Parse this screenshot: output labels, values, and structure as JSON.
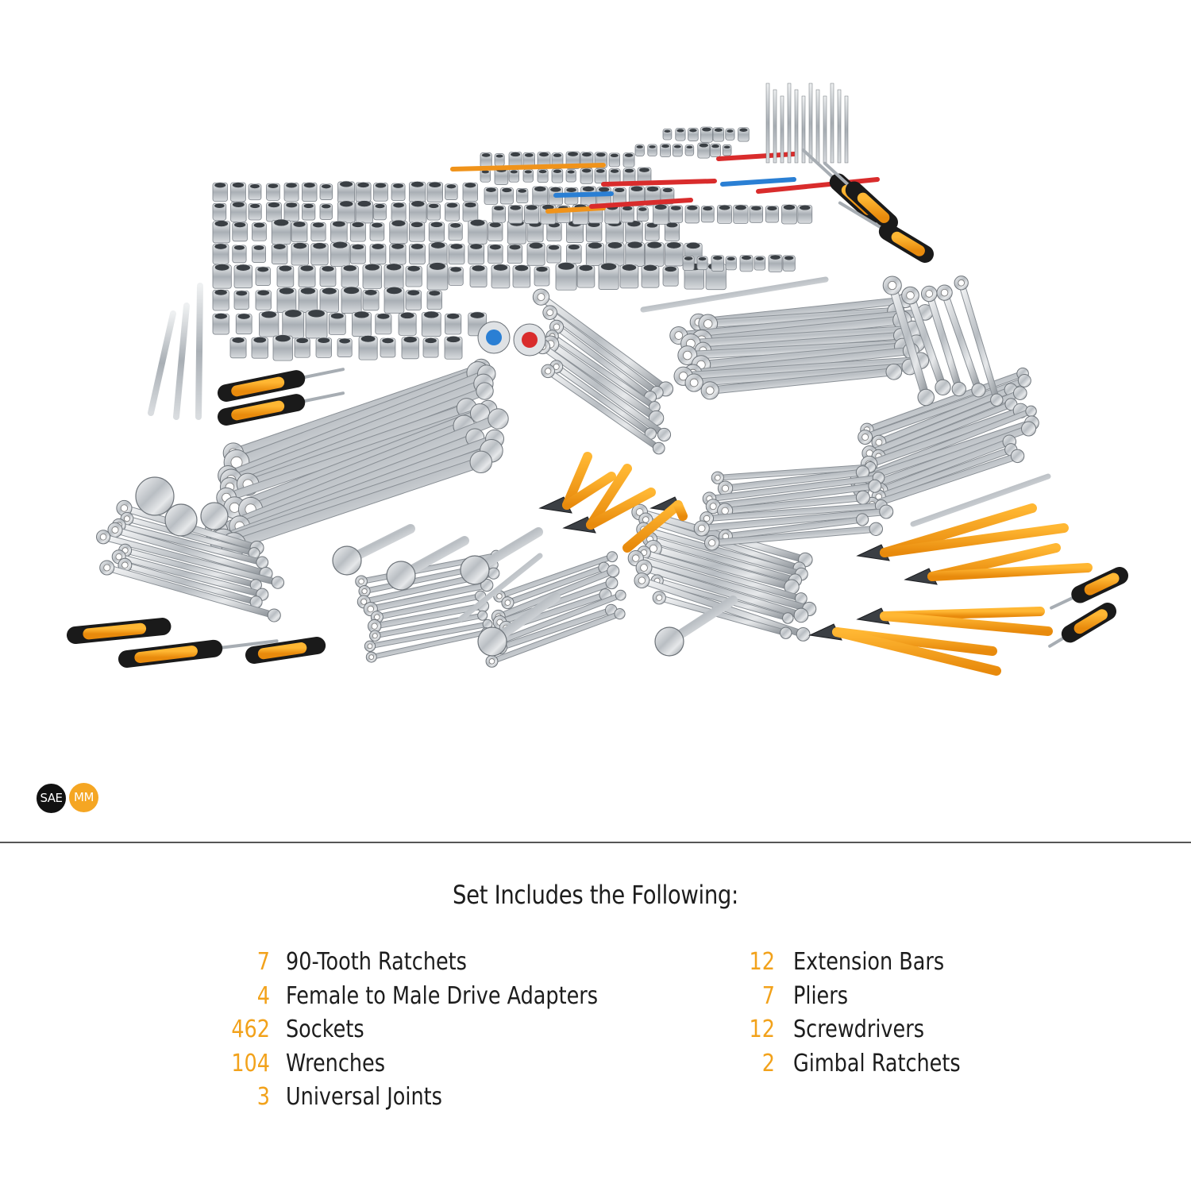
{
  "colors": {
    "accent": "#f2a21b",
    "text": "#1d1d1d",
    "chrome": "#c9cdd1",
    "handle_black": "#1a1a1a"
  },
  "badges": {
    "sae": "SAE",
    "mm": "MM"
  },
  "set": {
    "title": "Set Includes the Following:",
    "left_items": [
      {
        "qty": "7",
        "name": "90-Tooth Ratchets"
      },
      {
        "qty": "4",
        "name": "Female to Male Drive Adapters"
      },
      {
        "qty": "462",
        "name": "Sockets"
      },
      {
        "qty": "104",
        "name": "Wrenches"
      },
      {
        "qty": "3",
        "name": "Universal Joints"
      }
    ],
    "right_items": [
      {
        "qty": "12",
        "name": "Extension Bars"
      },
      {
        "qty": "7",
        "name": "Pliers"
      },
      {
        "qty": "12",
        "name": "Screwdrivers"
      },
      {
        "qty": "2",
        "name": "Gimbal Ratchets"
      }
    ]
  }
}
